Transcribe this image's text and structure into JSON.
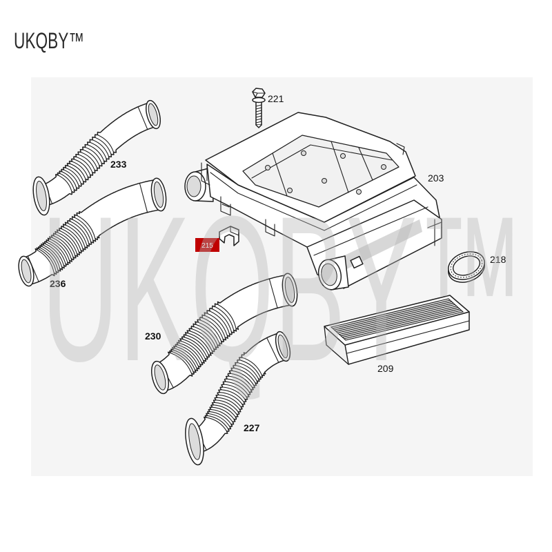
{
  "brand": {
    "logo_text": "UKQBY™"
  },
  "watermark": {
    "text": "UKQBY™"
  },
  "labels": {
    "p221": "221",
    "p233": "233",
    "p203": "203",
    "p215": "215",
    "p218": "218",
    "p236": "236",
    "p230": "230",
    "p209": "209",
    "p227": "227"
  },
  "colors": {
    "highlight": "#c00000",
    "highlight_text": "#ffffff",
    "line": "#1f1f1f",
    "watermark": "#b4b4b4",
    "panel": "#f5f5f5"
  }
}
